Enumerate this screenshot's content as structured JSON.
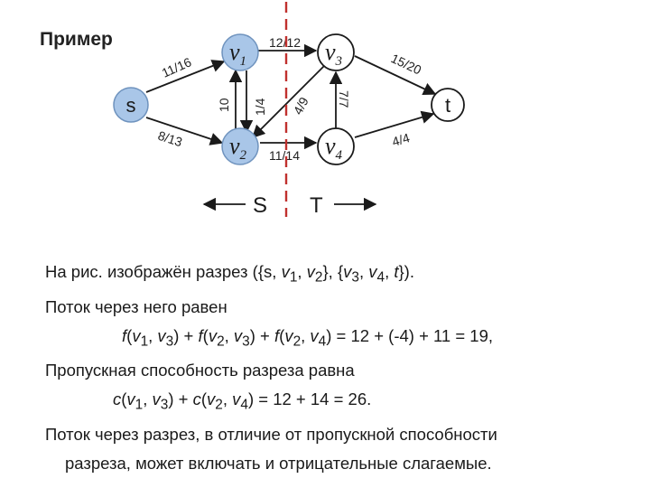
{
  "title": "Пример",
  "graph": {
    "nodes": {
      "s": "s",
      "t": "t",
      "v1": {
        "letter": "v",
        "sub": "1"
      },
      "v2": {
        "letter": "v",
        "sub": "2"
      },
      "v3": {
        "letter": "v",
        "sub": "3"
      },
      "v4": {
        "letter": "v",
        "sub": "4"
      }
    },
    "edges": {
      "s_v1": "11/16",
      "s_v2": "8/13",
      "v1_v3": "12/12",
      "v2_v1": "10",
      "v1_v2": "1/4",
      "v3_v2": "4/9",
      "v4_v3": "7/7",
      "v2_v4": "11/14",
      "v3_t": "15/20",
      "v4_t": "4/4"
    },
    "sets": {
      "S": "S",
      "T": "T"
    },
    "colors": {
      "node_fill": "#a9c6e8",
      "node_stroke": "#6f93be",
      "t_fill": "#ffffff",
      "cut_line": "#c0302e"
    }
  },
  "text": {
    "l1": {
      "a": "На рис.  изображён разрез ({s, ",
      "v1": "v",
      "v1s": "1",
      "c1": ", ",
      "v2": "v",
      "v2s": "2",
      "c2": "}, {",
      "v3": "v",
      "v3s": "3",
      "c3": ", ",
      "v4": "v",
      "v4s": "4",
      "c4": ", ",
      "t": "t",
      "end": "})."
    },
    "l2": "Поток через него равен",
    "l3": {
      "f1": "f",
      "p1": "(",
      "v1": "v",
      "v1s": "1",
      "cm1": ", ",
      "v3": "v",
      "v3s": "3",
      "q1": ") + ",
      "f2": "f",
      "p2": "(",
      "v2": "v",
      "v2s": "2",
      "cm2": ", ",
      "v3b": "v",
      "v3bs": "3",
      "q2": ") + ",
      "f3": "f",
      "p3": "(",
      "v2b": "v",
      "v2bs": "2",
      "cm3": ", ",
      "v4": "v",
      "v4s": "4",
      "q3": ") = 12 + (-4) + 11 = 19,"
    },
    "l4": "Пропускная способность разреза равна",
    "l5": {
      "c1": "c",
      "p1": "(",
      "v1": "v",
      "v1s": "1",
      "cm1": ", ",
      "v3": "v",
      "v3s": "3",
      "q1": ") + ",
      "c2": "c",
      "p2": "(",
      "v2": "v",
      "v2s": "2",
      "cm2": ", ",
      "v4": "v",
      "v4s": "4",
      "q2": ") = 12 + 14 = 26."
    },
    "l6": "Поток через разрез, в отличие от пропускной способности",
    "l7": "разреза, может включать и отрицательные слагаемые."
  }
}
